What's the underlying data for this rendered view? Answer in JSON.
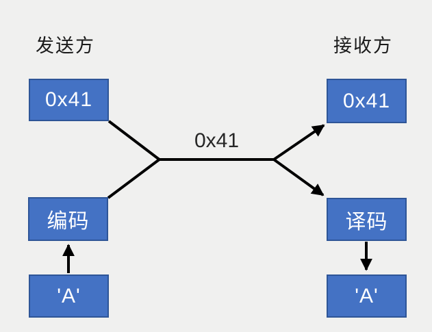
{
  "diagram": {
    "sender": {
      "title": "发送方",
      "hex_box": "0x41",
      "encode_box": "编码",
      "char_box": "'A'"
    },
    "receiver": {
      "title": "接收方",
      "hex_box": "0x41",
      "decode_box": "译码",
      "char_box": "'A'"
    },
    "channel_label": "0x41",
    "colors": {
      "box_fill": "#4472C4",
      "box_border": "#2E5597",
      "box_text": "#FFFFFF",
      "line": "#000000",
      "background": "#F0F0EF",
      "label_text": "#262626"
    }
  }
}
